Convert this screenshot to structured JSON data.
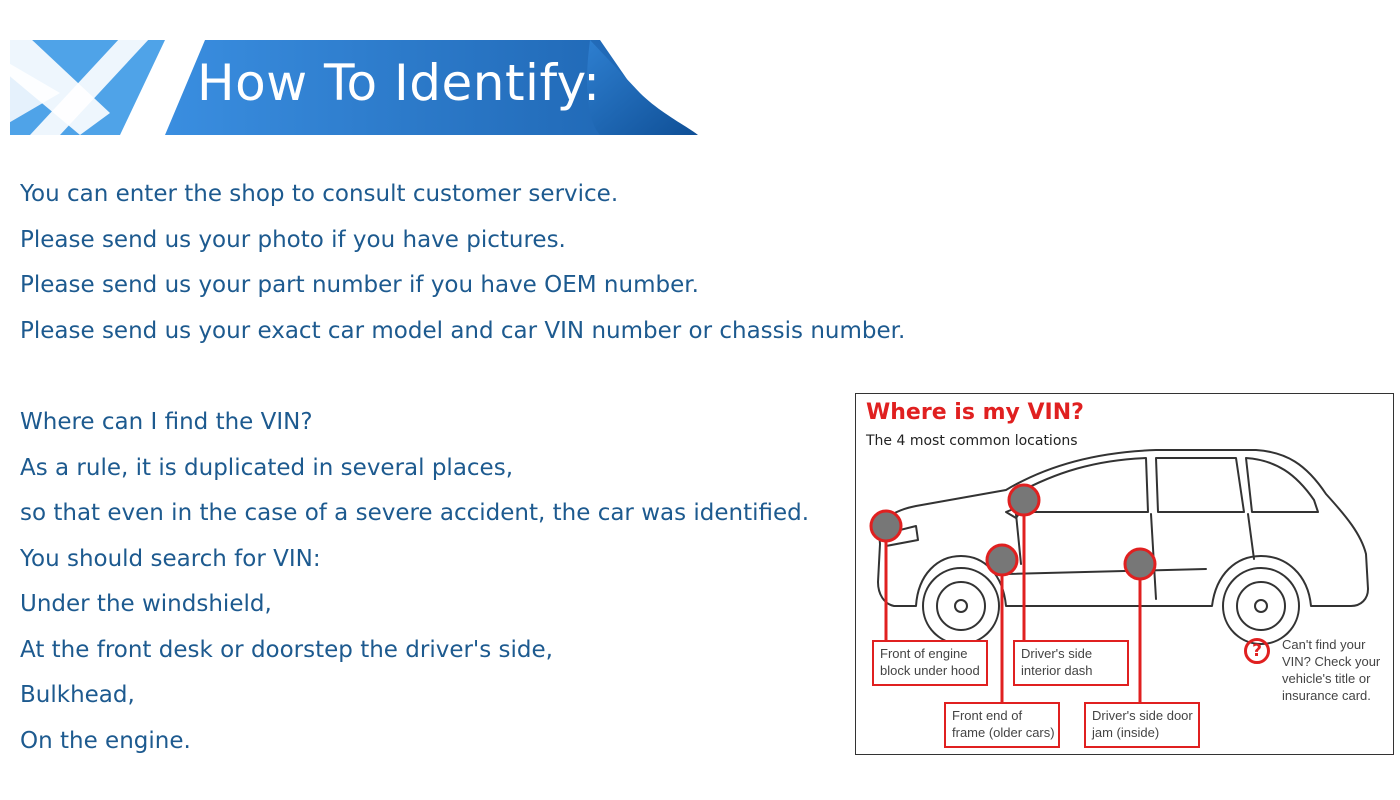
{
  "banner": {
    "title": "How To Identify:"
  },
  "intro": {
    "lines": [
      "You can enter the shop to consult customer service.",
      "Please send us your photo if you have pictures.",
      "Please send us your part number if you have OEM number.",
      "Please send us your exact car model and car VIN number or chassis number."
    ]
  },
  "vin_help": {
    "lines": [
      "Where can I find the VIN?",
      "As a rule, it is duplicated in several places,",
      "so that even in the case of a severe accident, the car was identified.",
      "You should search for VIN:",
      "Under the windshield,",
      "At the front desk or doorstep the driver's side,",
      "Bulkhead,",
      "On the engine."
    ]
  },
  "figure": {
    "title": "Where is my VIN?",
    "subtitle": "The 4 most common locations",
    "callouts": {
      "engine": [
        "Front of engine",
        "block under hood"
      ],
      "dash": [
        "Driver's side",
        "interior dash"
      ],
      "frame": [
        "Front end of",
        "frame (older cars)"
      ],
      "door": [
        "Driver's side door",
        "jam (inside)"
      ]
    },
    "help_icon": "question-mark-icon",
    "help_symbol": "?",
    "help_lines": [
      "Can't find your",
      "VIN? Check your",
      "vehicle's title or",
      "insurance card."
    ]
  },
  "colors": {
    "banner_blue": "#2a7bd0",
    "banner_light": "#4fa3e8",
    "text_blue": "#1d5a8f",
    "accent_red": "#e02020"
  }
}
